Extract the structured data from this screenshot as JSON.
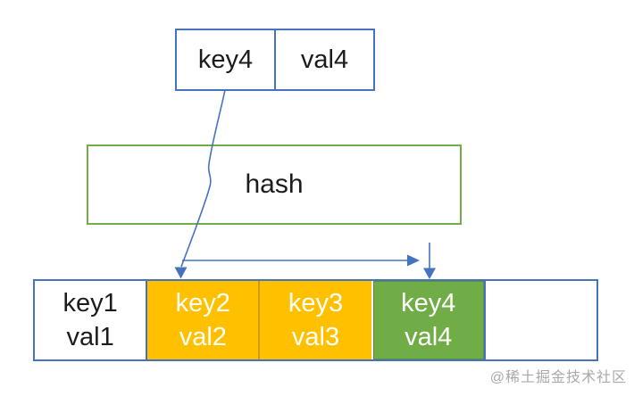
{
  "entry_box": {
    "key": "key4",
    "val": "val4"
  },
  "hash_box": {
    "label": "hash"
  },
  "array": {
    "cells": [
      {
        "line1": "key1",
        "line2": "val1",
        "fill": "white"
      },
      {
        "line1": "key2",
        "line2": "val2",
        "fill": "orange"
      },
      {
        "line1": "key3",
        "line2": "val3",
        "fill": "orange"
      },
      {
        "line1": "key4",
        "line2": "val4",
        "fill": "green"
      },
      {
        "line1": "",
        "line2": "",
        "fill": "white"
      }
    ]
  },
  "watermark": "@稀土掘金技术社区",
  "colors": {
    "box_border_blue": "#4673be",
    "hash_border_green": "#70ad47",
    "cell_orange": "#ffc000",
    "cell_orange_border": "#cf9a02",
    "cell_green": "#70ad47",
    "cell_green_border": "#5d9139",
    "arrow_blue": "#4673be",
    "watermark_gray": "#a9a9a9"
  }
}
